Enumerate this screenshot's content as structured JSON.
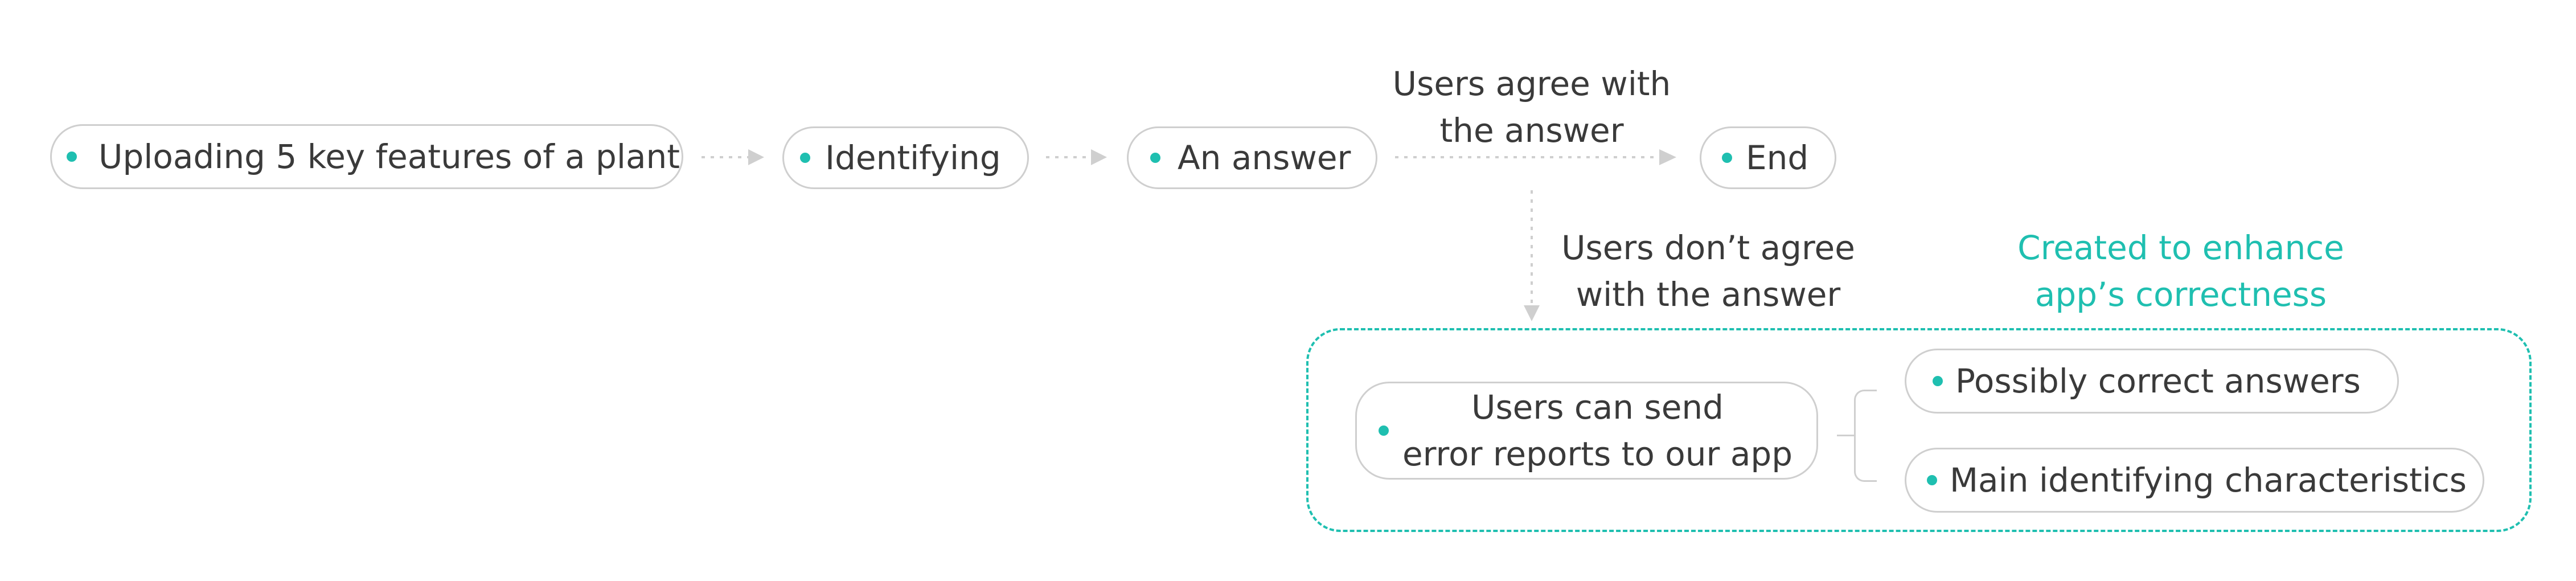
{
  "colors": {
    "accent": "#1fbfb0",
    "border": "#cfcfcf",
    "connector": "#cfcfcf",
    "text": "#3a3a3a"
  },
  "nodes": {
    "upload": "Uploading 5 key features of a plant",
    "identifying": "Identifying",
    "answer": "An answer",
    "end": "End",
    "error_report": "Users can send\nerror reports to our app",
    "possibly_correct": "Possibly correct answers",
    "main_characteristics": "Main identifying characteristics"
  },
  "edge_labels": {
    "agree": "Users agree with\nthe answer",
    "disagree": "Users don’t agree\nwith the answer"
  },
  "annotation": {
    "group_note": "Created to enhance\napp’s correctness"
  }
}
